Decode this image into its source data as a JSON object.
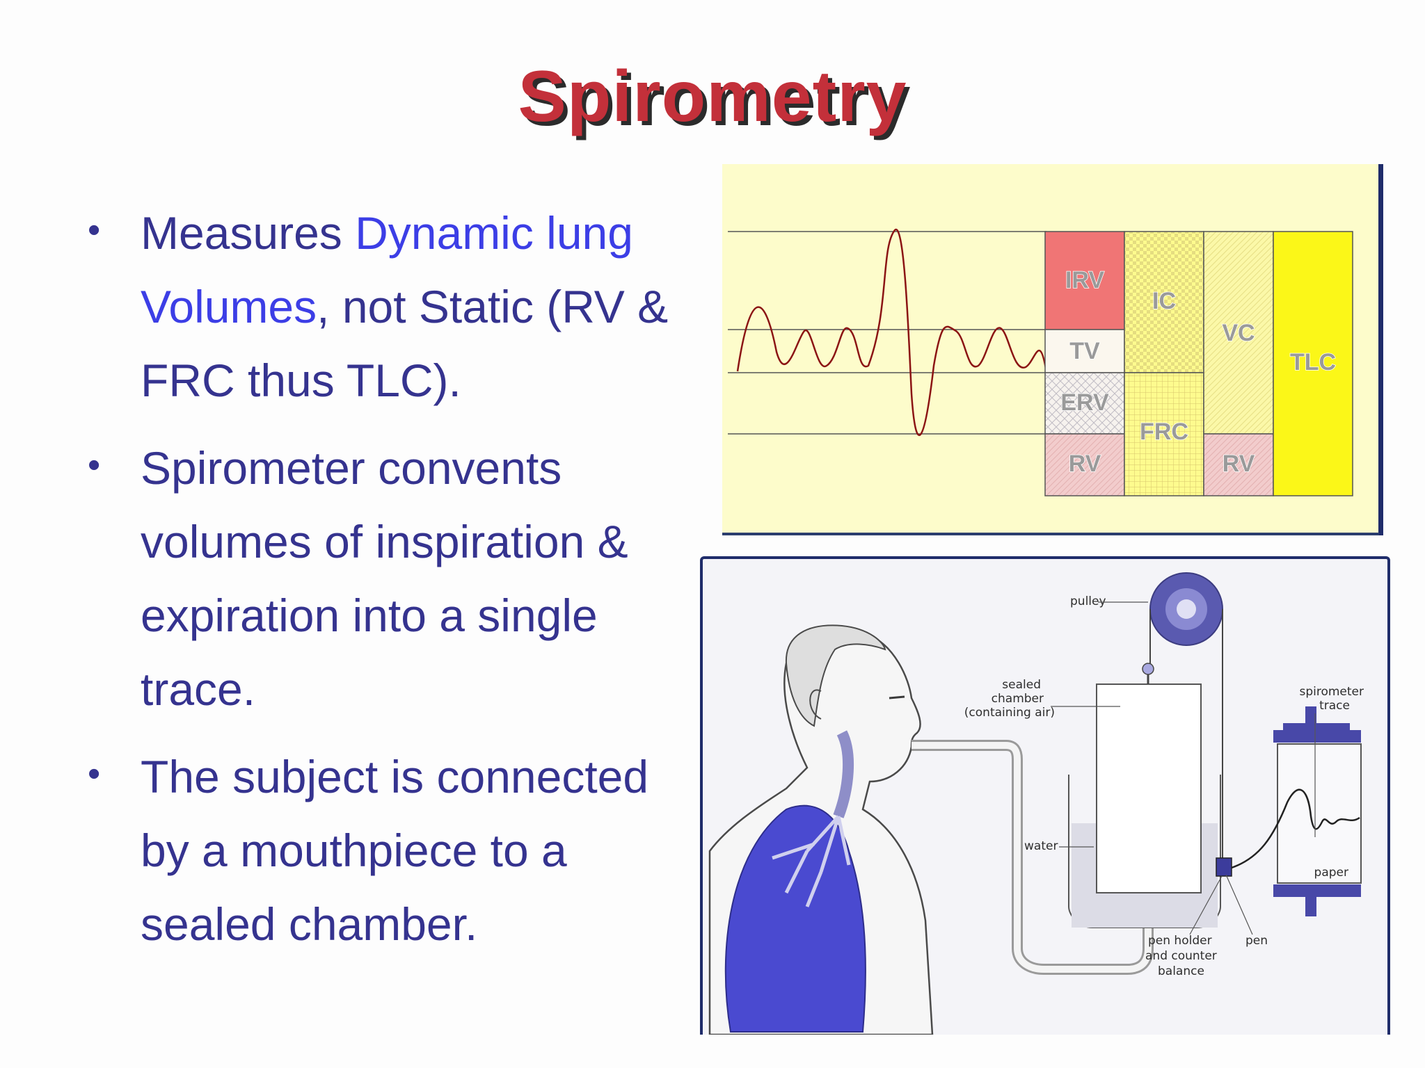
{
  "slide": {
    "title": "Spirometry",
    "bullets": [
      {
        "pre": "Measures ",
        "highlight": "Dynamic lung Volumes",
        "post": ", not Static (RV & FRC thus TLC)."
      },
      {
        "text": "Spirometer convents volumes of inspiration & expiration into a single trace."
      },
      {
        "text": "The subject is connected by a mouthpiece to a sealed chamber."
      }
    ]
  },
  "chart_data": {
    "type": "diagram",
    "boxes": {
      "irv": "IRV",
      "tv": "TV",
      "erv": "ERV",
      "rv1": "RV",
      "ic": "IC",
      "frc": "FRC",
      "vc": "VC",
      "rv2": "RV",
      "tlc": "TLC"
    },
    "colors": {
      "irv": "#f07575",
      "rv": "#f0c9c9",
      "ic": "#fdfb8e",
      "frc": "#fdfb8e",
      "vc": "#fbf8a8",
      "tlc": "#fbf718",
      "trace": "#8b1414"
    }
  },
  "illustration": {
    "labels": {
      "pulley": "pulley",
      "chamber1": "sealed",
      "chamber2": "chamber",
      "chamber3": "(containing air)",
      "water": "water",
      "trace1": "spirometer",
      "trace2": "trace",
      "paper": "paper",
      "penholder1": "pen holder",
      "penholder2": "and counter",
      "penholder3": "balance",
      "pen": "pen"
    }
  }
}
